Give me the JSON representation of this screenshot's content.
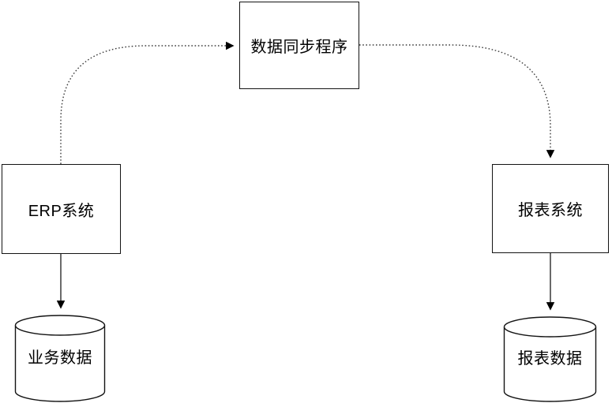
{
  "diagram": {
    "background_color": "#ffffff",
    "line_color": "#141414",
    "dotted_line_color": "#3d3d3d",
    "text_color": "#000000",
    "nodes": {
      "sync_program": {
        "label": "数据同步程序",
        "shape": "rectangle"
      },
      "erp_system": {
        "label": "ERP系统",
        "shape": "rectangle"
      },
      "report_system": {
        "label": "报表系统",
        "shape": "rectangle"
      },
      "business_data": {
        "label": "业务数据",
        "shape": "database-cylinder"
      },
      "report_data": {
        "label": "报表数据",
        "shape": "database-cylinder"
      }
    },
    "edges": [
      {
        "from": "erp_system",
        "to": "sync_program",
        "style": "dotted",
        "arrow": "end"
      },
      {
        "from": "sync_program",
        "to": "report_system",
        "style": "dotted",
        "arrow": "end"
      },
      {
        "from": "erp_system",
        "to": "business_data",
        "style": "solid",
        "arrow": "end"
      },
      {
        "from": "report_system",
        "to": "report_data",
        "style": "solid",
        "arrow": "end"
      }
    ]
  }
}
